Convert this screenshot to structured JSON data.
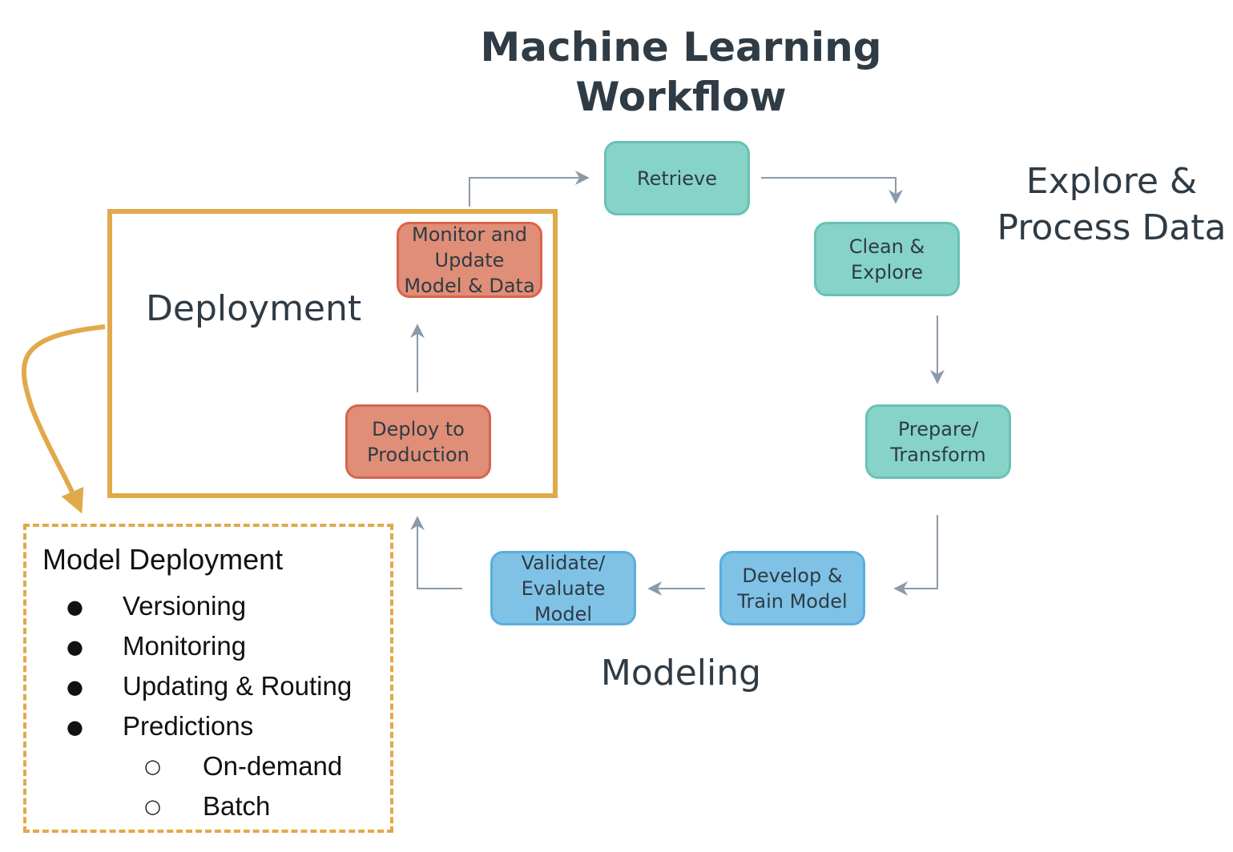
{
  "title": {
    "line1": "Machine Learning",
    "line2": "Workflow"
  },
  "stage_labels": {
    "explore_line1": "Explore &",
    "explore_line2": "Process Data",
    "modeling": "Modeling",
    "deployment": "Deployment"
  },
  "nodes": {
    "retrieve": {
      "lines": [
        "Retrieve"
      ]
    },
    "clean_explore": {
      "lines": [
        "Clean &",
        "Explore"
      ]
    },
    "prepare_transform": {
      "lines": [
        "Prepare/",
        "Transform"
      ]
    },
    "develop_train": {
      "lines": [
        "Develop &",
        "Train Model"
      ]
    },
    "validate_evaluate": {
      "lines": [
        "Validate/",
        "Evaluate",
        "Model"
      ]
    },
    "deploy_production": {
      "lines": [
        "Deploy to",
        "Production"
      ]
    },
    "monitor_update": {
      "lines": [
        "Monitor and",
        "Update",
        "Model & Data"
      ]
    }
  },
  "detail": {
    "title": "Model Deployment",
    "bullets": [
      "Versioning",
      "Monitoring",
      "Updating & Routing",
      "Predictions"
    ],
    "sub_bullets": [
      "On-demand",
      "Batch"
    ],
    "bullet_glyph": "●",
    "sub_glyph": "○"
  },
  "colors": {
    "explore_fill": "#86d3c7",
    "deploy_fill": "#e08e77",
    "modeling_fill": "#7fc2e6",
    "highlight": "#e0a94a",
    "arrow": "#8b9aa8"
  }
}
